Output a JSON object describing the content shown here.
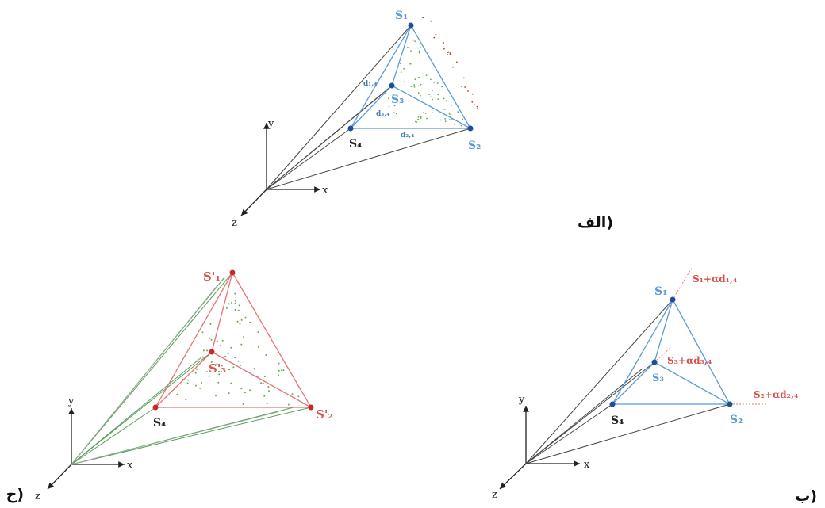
{
  "captions": {
    "a": "الف)",
    "b": "ب)",
    "c": "ج)"
  },
  "axes": {
    "x": "x",
    "y": "y",
    "z": "z"
  },
  "panel_a": {
    "s1": "S₁",
    "s2": "S₂",
    "s3": "S₃",
    "s4": "S₄",
    "d14": "d₁,₄",
    "d34": "d₃,₄",
    "d24": "d₂,₄"
  },
  "panel_b": {
    "s1": "S₁",
    "s2": "S₂",
    "s3": "S₃",
    "s4": "S₄",
    "s1_ext": "S₁+αd₁,₄",
    "s3_ext": "S₃+αd₃,₄",
    "s2_ext": "S₂+αd₂,₄"
  },
  "panel_c": {
    "s1": "S'₁",
    "s2": "S'₂",
    "s3": "S'₃",
    "s4": "S₄"
  },
  "colors": {
    "blue": "#5b9bd5",
    "red": "#e57373",
    "green": "#5a9e5a",
    "dark": "#333333"
  }
}
